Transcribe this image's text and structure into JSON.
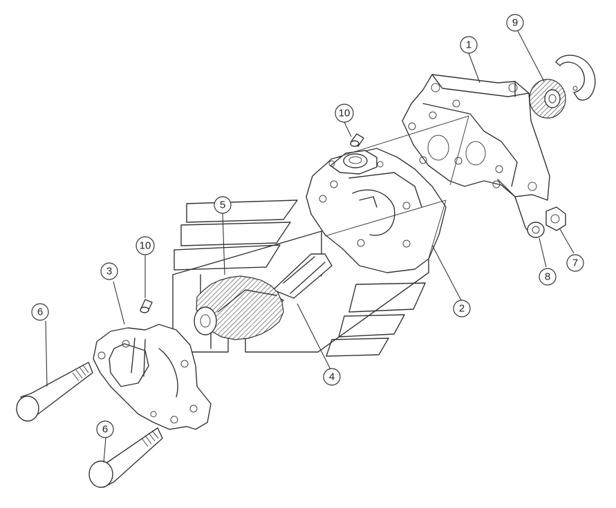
{
  "callouts": {
    "c1": "1",
    "c2": "2",
    "c3": "3",
    "c4": "4",
    "c5": "5",
    "c6a": "6",
    "c6b": "6",
    "c7": "7",
    "c8": "8",
    "c9": "9",
    "c10a": "10",
    "c10b": "10"
  }
}
